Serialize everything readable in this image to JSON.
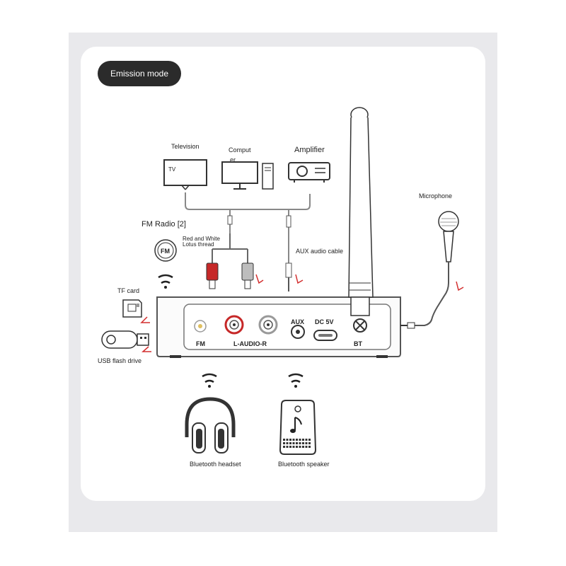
{
  "mode_label": "Emission mode",
  "devices": {
    "television": "Television",
    "tv_screen": "TV",
    "computer_line1": "Comput",
    "computer_line2": "er",
    "amplifier": "Amplifier"
  },
  "fm_radio": "FM Radio [2]",
  "fm_icon_text": "FM",
  "rca_cable_line1": "Red and White",
  "rca_cable_line2": "Lotus thread",
  "aux_cable": "AUX audio cable",
  "microphone": "Microphone",
  "tf_card": "TF card",
  "usb_drive": "USB flash drive",
  "ports": {
    "fm": "FM",
    "audio": "L-AUDIO-R",
    "aux": "AUX",
    "dc": "DC 5V",
    "bt": "BT"
  },
  "outputs": {
    "headset": "Bluetooth headset",
    "speaker": "Bluetooth speaker"
  },
  "colors": {
    "dark": "#2b2b2b",
    "red_arrow": "#d32f2f",
    "background": "#e9e9ec"
  }
}
